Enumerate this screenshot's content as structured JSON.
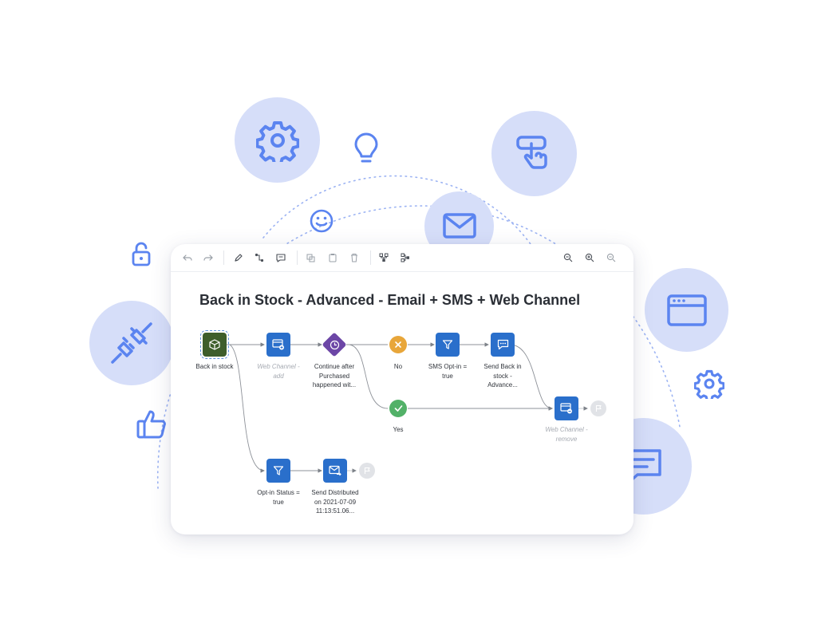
{
  "journey": {
    "title": "Back in Stock - Advanced - Email + SMS + Web Channel"
  },
  "toolbar": {
    "buttons": [
      "undo-icon",
      "redo-icon",
      "pencil-icon",
      "connect-icon",
      "comment-icon",
      "copy-icon",
      "paste-icon",
      "trash-icon",
      "split-icon",
      "merge-icon",
      "zoom-out-icon",
      "zoom-in-icon",
      "zoom-fit-icon"
    ]
  },
  "nodes": {
    "trigger": {
      "label": "Back in stock",
      "icon": "package-icon"
    },
    "web_add": {
      "label_1": "Web Channel -",
      "label_2": "add",
      "icon": "browser-add-icon"
    },
    "condition": {
      "label_1": "Continue after",
      "label_2": "Purchased",
      "label_3": "happened wit...",
      "icon": "clock-icon"
    },
    "no_branch": {
      "label": "No",
      "icon": "x-icon"
    },
    "yes_branch": {
      "label": "Yes",
      "icon": "check-icon"
    },
    "sms_filter": {
      "label_1": "SMS Opt-in =",
      "label_2": "true",
      "icon": "filter-icon"
    },
    "send_sms": {
      "label_1": "Send Back in",
      "label_2": "stock -",
      "label_3": "Advance...",
      "icon": "sms-icon"
    },
    "web_remove": {
      "label_1": "Web Channel -",
      "label_2": "remove",
      "icon": "browser-remove-icon"
    },
    "optin_filter": {
      "label_1": "Opt-in Status =",
      "label_2": "true",
      "icon": "filter-icon"
    },
    "send_email": {
      "label_1": "Send Distributed",
      "label_2": "on 2021-07-09",
      "label_3": "11:13:51.06...",
      "icon": "email-icon"
    }
  },
  "decor": {
    "bubbles": [
      "gear-icon",
      "touch-icon",
      "envelope-icon",
      "browser-window-icon",
      "plug-icon",
      "chat-icon"
    ],
    "small_icons": [
      "lightbulb-icon",
      "smiley-icon",
      "lock-icon",
      "thumbs-up-icon",
      "small-gear-icon"
    ]
  },
  "colors": {
    "bubble": "#d6def9",
    "icon_accent": "#5b84f0",
    "node_blue": "#2a6fcb",
    "node_green": "#3e5e2b",
    "node_purple": "#6c46a6",
    "no_orange": "#e8a63a",
    "yes_green": "#52b168"
  }
}
